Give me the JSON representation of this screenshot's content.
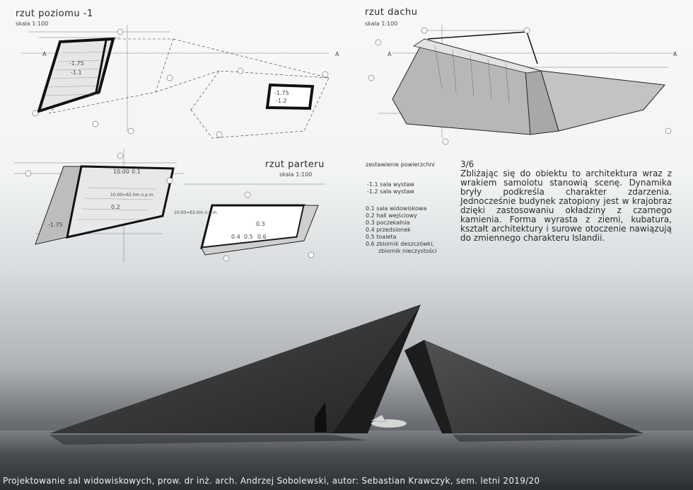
{
  "plans": {
    "basement": {
      "title": "rzut poziomu -1",
      "scale": "skala 1:100"
    },
    "roof": {
      "title": "rzut dachu",
      "scale": "skala 1:100"
    },
    "ground": {
      "title": "rzut parteru",
      "scale": "skala 1:100"
    }
  },
  "legend": {
    "heading": "zestawienie powierzchni",
    "basement_items": [
      "-1.1 sala wystaw",
      "-1.2 sala wystaw"
    ],
    "ground_items": [
      "0.1 sala widowiskowa",
      "0.2 hall wejściowy",
      "0.3 poczekalnia",
      "0.4 przedsionek",
      "0.5 toaleta",
      "0.6 zbiornik deszczówki,",
      "zbiornik nieczystości"
    ]
  },
  "description": {
    "page": "3/6",
    "text": "Zbliżając się do obiektu to architektura wraz z wrakiem samolotu stanowią scenę. Dynamika bryły podkreśla charakter zdarzenia. Jednocześnie budynek zatopiony jest w krajobraz dzięki zastosowaniu okładziny z czarnego kamienia. Forma wyrasta z ziemi, kubatura, kształt architektury i surowe otoczenie nawiązują do zmiennego charakteru Islandii."
  },
  "footer": "Projektowanie sal widowiskowych, prow. dr inż. arch. Andrzej Sobolewski, autor: Sebastian Krawczyk, sem. letni 2019/20",
  "room_labels": {
    "b1": "-1.1",
    "b2": "-1.2",
    "b1_elev": "-1.75",
    "b2_elev": "-1.75",
    "g1": "0.1",
    "g2": "0.2",
    "g3": "0.3",
    "g4": "0.4",
    "g5": "0.5",
    "g6": "0.6",
    "g_elev": "-1.75",
    "g_level": "10.00=63.0m n.p.m.",
    "g_level2": "10.00=63.0m n.p.m.",
    "g_top": "10.00"
  },
  "axis_marks": {
    "a_left": "A",
    "a_right": "A",
    "a_left2": "A",
    "a_right2": "A"
  }
}
